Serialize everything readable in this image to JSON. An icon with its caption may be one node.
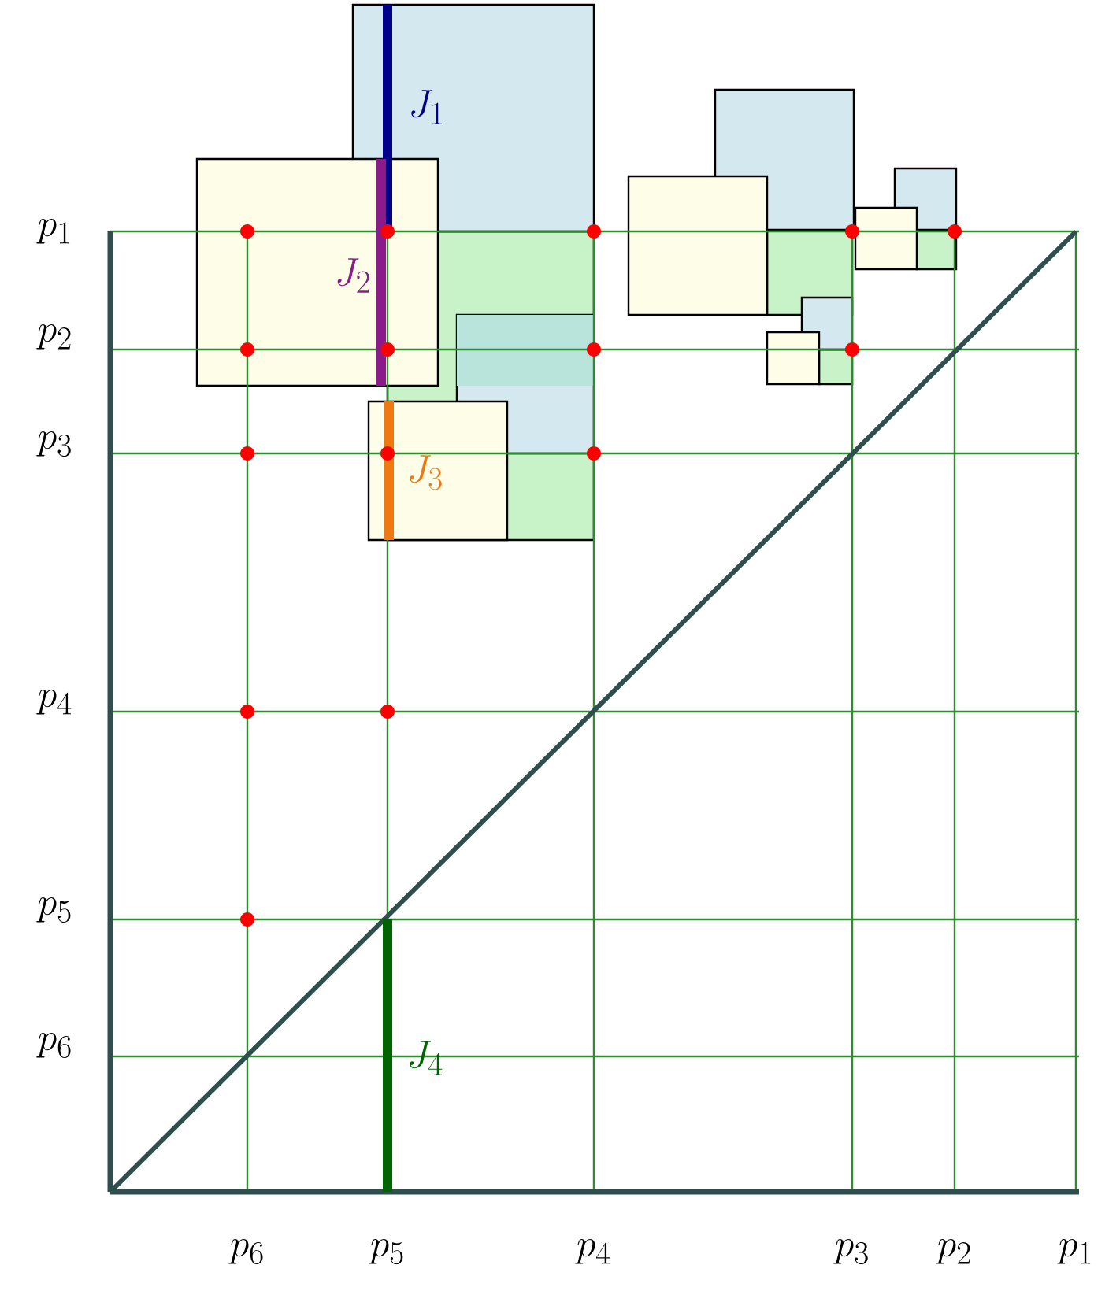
{
  "diagram": {
    "labels": [
      "J_1",
      "p_1",
      "J_2",
      "p_2",
      "p_3",
      "J_3",
      "p_4",
      "p_5",
      "p_6",
      "J_4",
      "p_6",
      "p_5",
      "p_4",
      "p_3",
      "p_2",
      "p_1"
    ]
  }
}
